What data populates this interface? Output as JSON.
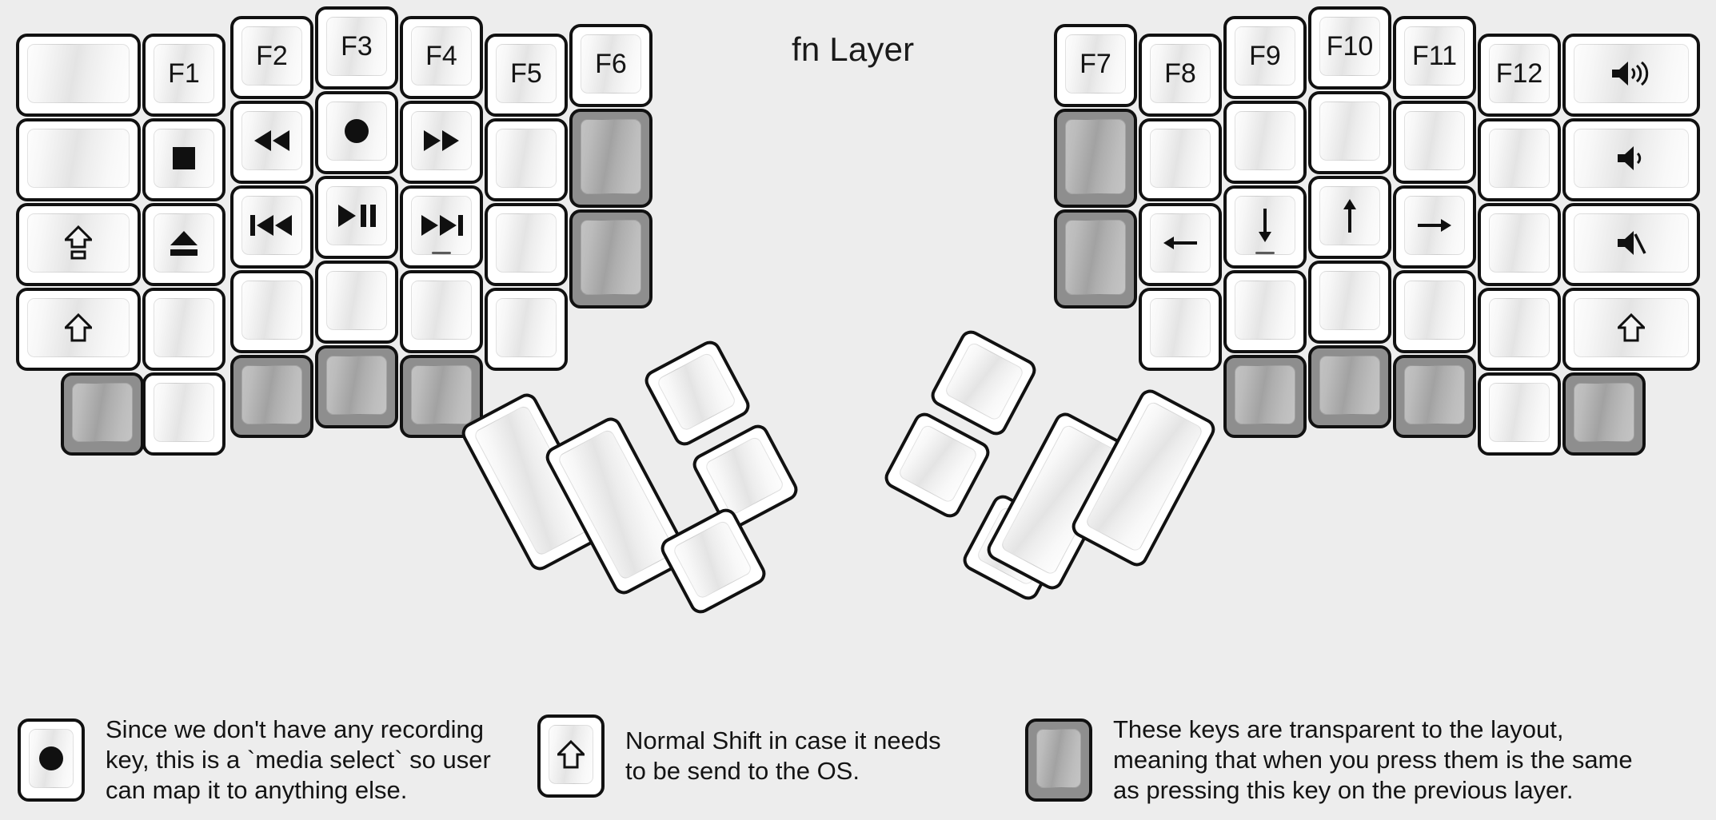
{
  "title": "fn Layer",
  "background_color": "#ededed",
  "keycap_border_color": "#111111",
  "transparent_key_color": "#8e8e8e",
  "legend": [
    {
      "icon": "record-icon",
      "text": "Since we don't have any recording\nkey, this is a `media select` so user\ncan map it to anything else."
    },
    {
      "icon": "shift-icon",
      "text": "Normal Shift in case it needs\nto be send to the OS."
    },
    {
      "icon": "transparent-key-icon",
      "text": "These keys are transparent to the layout,\nmeaning that when you press them is the same\nas pressing this key on the previous layer."
    }
  ],
  "keyboard": {
    "left_half": {
      "columns": [
        {
          "name": "col-outer",
          "keys": [
            {
              "label": "",
              "icon": "",
              "type": "normal"
            },
            {
              "label": "",
              "icon": "",
              "type": "normal"
            },
            {
              "label": "",
              "icon": "caps-lock-icon",
              "type": "normal"
            },
            {
              "label": "",
              "icon": "shift-icon",
              "type": "normal"
            },
            {
              "label": "",
              "icon": "",
              "type": "transparent"
            }
          ]
        },
        {
          "name": "col-f1",
          "keys": [
            {
              "label": "F1",
              "icon": "",
              "type": "normal"
            },
            {
              "label": "",
              "icon": "stop-icon",
              "type": "normal"
            },
            {
              "label": "",
              "icon": "eject-icon",
              "type": "normal"
            },
            {
              "label": "",
              "icon": "",
              "type": "normal"
            },
            {
              "label": "",
              "icon": "",
              "type": "normal"
            }
          ]
        },
        {
          "name": "col-f2",
          "keys": [
            {
              "label": "F2",
              "icon": "",
              "type": "normal"
            },
            {
              "label": "",
              "icon": "rewind-icon",
              "type": "normal"
            },
            {
              "label": "",
              "icon": "previous-track-icon",
              "type": "normal"
            },
            {
              "label": "",
              "icon": "",
              "type": "normal"
            },
            {
              "label": "",
              "icon": "",
              "type": "transparent"
            }
          ]
        },
        {
          "name": "col-f3",
          "keys": [
            {
              "label": "F3",
              "icon": "",
              "type": "normal"
            },
            {
              "label": "",
              "icon": "record-icon",
              "type": "normal"
            },
            {
              "label": "",
              "icon": "play-pause-icon",
              "type": "normal"
            },
            {
              "label": "",
              "icon": "",
              "type": "normal"
            },
            {
              "label": "",
              "icon": "",
              "type": "transparent"
            }
          ]
        },
        {
          "name": "col-f4",
          "keys": [
            {
              "label": "F4",
              "icon": "",
              "type": "normal"
            },
            {
              "label": "",
              "icon": "fast-forward-icon",
              "type": "normal"
            },
            {
              "label": "",
              "icon": "next-track-icon",
              "type": "normal",
              "homing": true
            },
            {
              "label": "",
              "icon": "",
              "type": "normal"
            },
            {
              "label": "",
              "icon": "",
              "type": "transparent"
            }
          ]
        },
        {
          "name": "col-f5",
          "keys": [
            {
              "label": "F5",
              "icon": "",
              "type": "normal"
            },
            {
              "label": "",
              "icon": "",
              "type": "normal"
            },
            {
              "label": "",
              "icon": "",
              "type": "normal"
            },
            {
              "label": "",
              "icon": "",
              "type": "normal"
            }
          ]
        },
        {
          "name": "col-f6",
          "keys": [
            {
              "label": "F6",
              "icon": "",
              "type": "normal"
            },
            {
              "label": "",
              "icon": "",
              "type": "transparent"
            },
            {
              "label": "",
              "icon": "",
              "type": "transparent"
            }
          ]
        }
      ],
      "thumb_cluster": [
        {
          "name": "thumb-large-1",
          "type": "normal"
        },
        {
          "name": "thumb-large-2",
          "type": "normal"
        },
        {
          "name": "thumb-small-1",
          "type": "normal"
        },
        {
          "name": "thumb-small-2",
          "type": "normal"
        },
        {
          "name": "thumb-small-3",
          "type": "normal"
        }
      ]
    },
    "right_half": {
      "columns": [
        {
          "name": "col-f7",
          "keys": [
            {
              "label": "F7",
              "icon": "",
              "type": "normal"
            },
            {
              "label": "",
              "icon": "",
              "type": "transparent"
            },
            {
              "label": "",
              "icon": "",
              "type": "transparent"
            }
          ]
        },
        {
          "name": "col-f8",
          "keys": [
            {
              "label": "F8",
              "icon": "",
              "type": "normal"
            },
            {
              "label": "",
              "icon": "",
              "type": "normal"
            },
            {
              "label": "",
              "icon": "arrow-left-icon",
              "type": "normal"
            },
            {
              "label": "",
              "icon": "",
              "type": "normal"
            }
          ]
        },
        {
          "name": "col-f9",
          "keys": [
            {
              "label": "F9",
              "icon": "",
              "type": "normal"
            },
            {
              "label": "",
              "icon": "",
              "type": "normal"
            },
            {
              "label": "",
              "icon": "arrow-down-icon",
              "type": "normal",
              "homing": true
            },
            {
              "label": "",
              "icon": "",
              "type": "normal"
            },
            {
              "label": "",
              "icon": "",
              "type": "transparent"
            }
          ]
        },
        {
          "name": "col-f10",
          "keys": [
            {
              "label": "F10",
              "icon": "",
              "type": "normal"
            },
            {
              "label": "",
              "icon": "",
              "type": "normal"
            },
            {
              "label": "",
              "icon": "arrow-up-icon",
              "type": "normal"
            },
            {
              "label": "",
              "icon": "",
              "type": "normal"
            },
            {
              "label": "",
              "icon": "",
              "type": "transparent"
            }
          ]
        },
        {
          "name": "col-f11",
          "keys": [
            {
              "label": "F11",
              "icon": "",
              "type": "normal"
            },
            {
              "label": "",
              "icon": "",
              "type": "normal"
            },
            {
              "label": "",
              "icon": "arrow-right-icon",
              "type": "normal"
            },
            {
              "label": "",
              "icon": "",
              "type": "normal"
            },
            {
              "label": "",
              "icon": "",
              "type": "transparent"
            }
          ]
        },
        {
          "name": "col-f12",
          "keys": [
            {
              "label": "F12",
              "icon": "",
              "type": "normal"
            },
            {
              "label": "",
              "icon": "",
              "type": "normal"
            },
            {
              "label": "",
              "icon": "",
              "type": "normal"
            },
            {
              "label": "",
              "icon": "",
              "type": "normal"
            },
            {
              "label": "",
              "icon": "",
              "type": "normal"
            }
          ]
        },
        {
          "name": "col-outer",
          "keys": [
            {
              "label": "",
              "icon": "volume-up-icon",
              "type": "normal"
            },
            {
              "label": "",
              "icon": "volume-down-icon",
              "type": "normal"
            },
            {
              "label": "",
              "icon": "mute-icon",
              "type": "normal"
            },
            {
              "label": "",
              "icon": "shift-icon",
              "type": "normal"
            },
            {
              "label": "",
              "icon": "",
              "type": "transparent"
            }
          ]
        }
      ],
      "thumb_cluster": [
        {
          "name": "thumb-small-1",
          "type": "normal"
        },
        {
          "name": "thumb-small-2",
          "type": "normal"
        },
        {
          "name": "thumb-small-3",
          "type": "normal"
        },
        {
          "name": "thumb-large-1",
          "type": "normal"
        },
        {
          "name": "thumb-large-2",
          "type": "normal"
        }
      ]
    }
  }
}
